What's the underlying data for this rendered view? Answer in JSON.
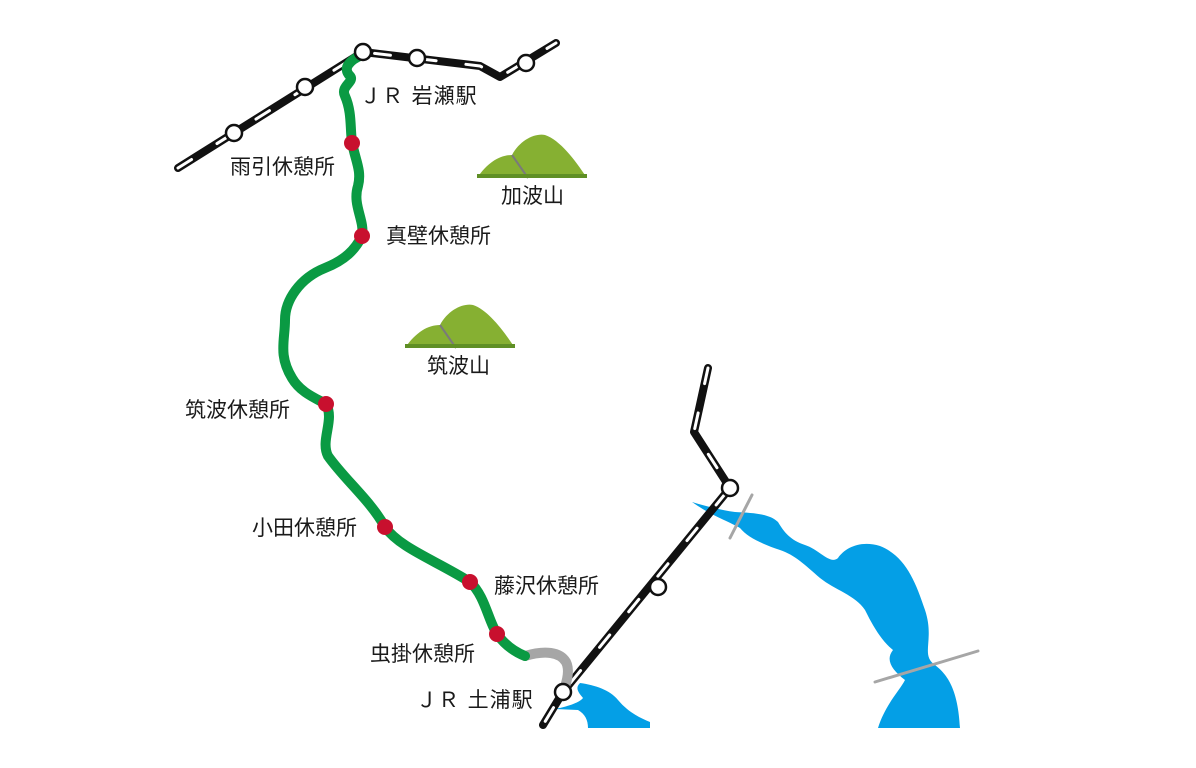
{
  "colors": {
    "route": "#0a9a43",
    "route_connector": "#a6a6a6",
    "rest_stop": "#c8102e",
    "rail_dark": "#111111",
    "rail_light": "#ffffff",
    "water": "#049fe6",
    "mountain": "#86b032",
    "mountain_dark": "#5f8f25",
    "bridge": "#a6a6a6"
  },
  "stations": [
    {
      "id": "iwase",
      "label": "ＪＲ 岩瀬駅"
    },
    {
      "id": "tsuchiura",
      "label": "ＪＲ 土浦駅"
    }
  ],
  "rest_stops": [
    {
      "id": "amabiki",
      "label": "雨引休憩所"
    },
    {
      "id": "makabe",
      "label": "真壁休憩所"
    },
    {
      "id": "tsukuba",
      "label": "筑波休憩所"
    },
    {
      "id": "oda",
      "label": "小田休憩所"
    },
    {
      "id": "fujisawa",
      "label": "藤沢休憩所"
    },
    {
      "id": "mushikake",
      "label": "虫掛休憩所"
    }
  ],
  "mountains": [
    {
      "id": "kaba",
      "label": "加波山"
    },
    {
      "id": "tsukuba",
      "label": "筑波山"
    }
  ]
}
